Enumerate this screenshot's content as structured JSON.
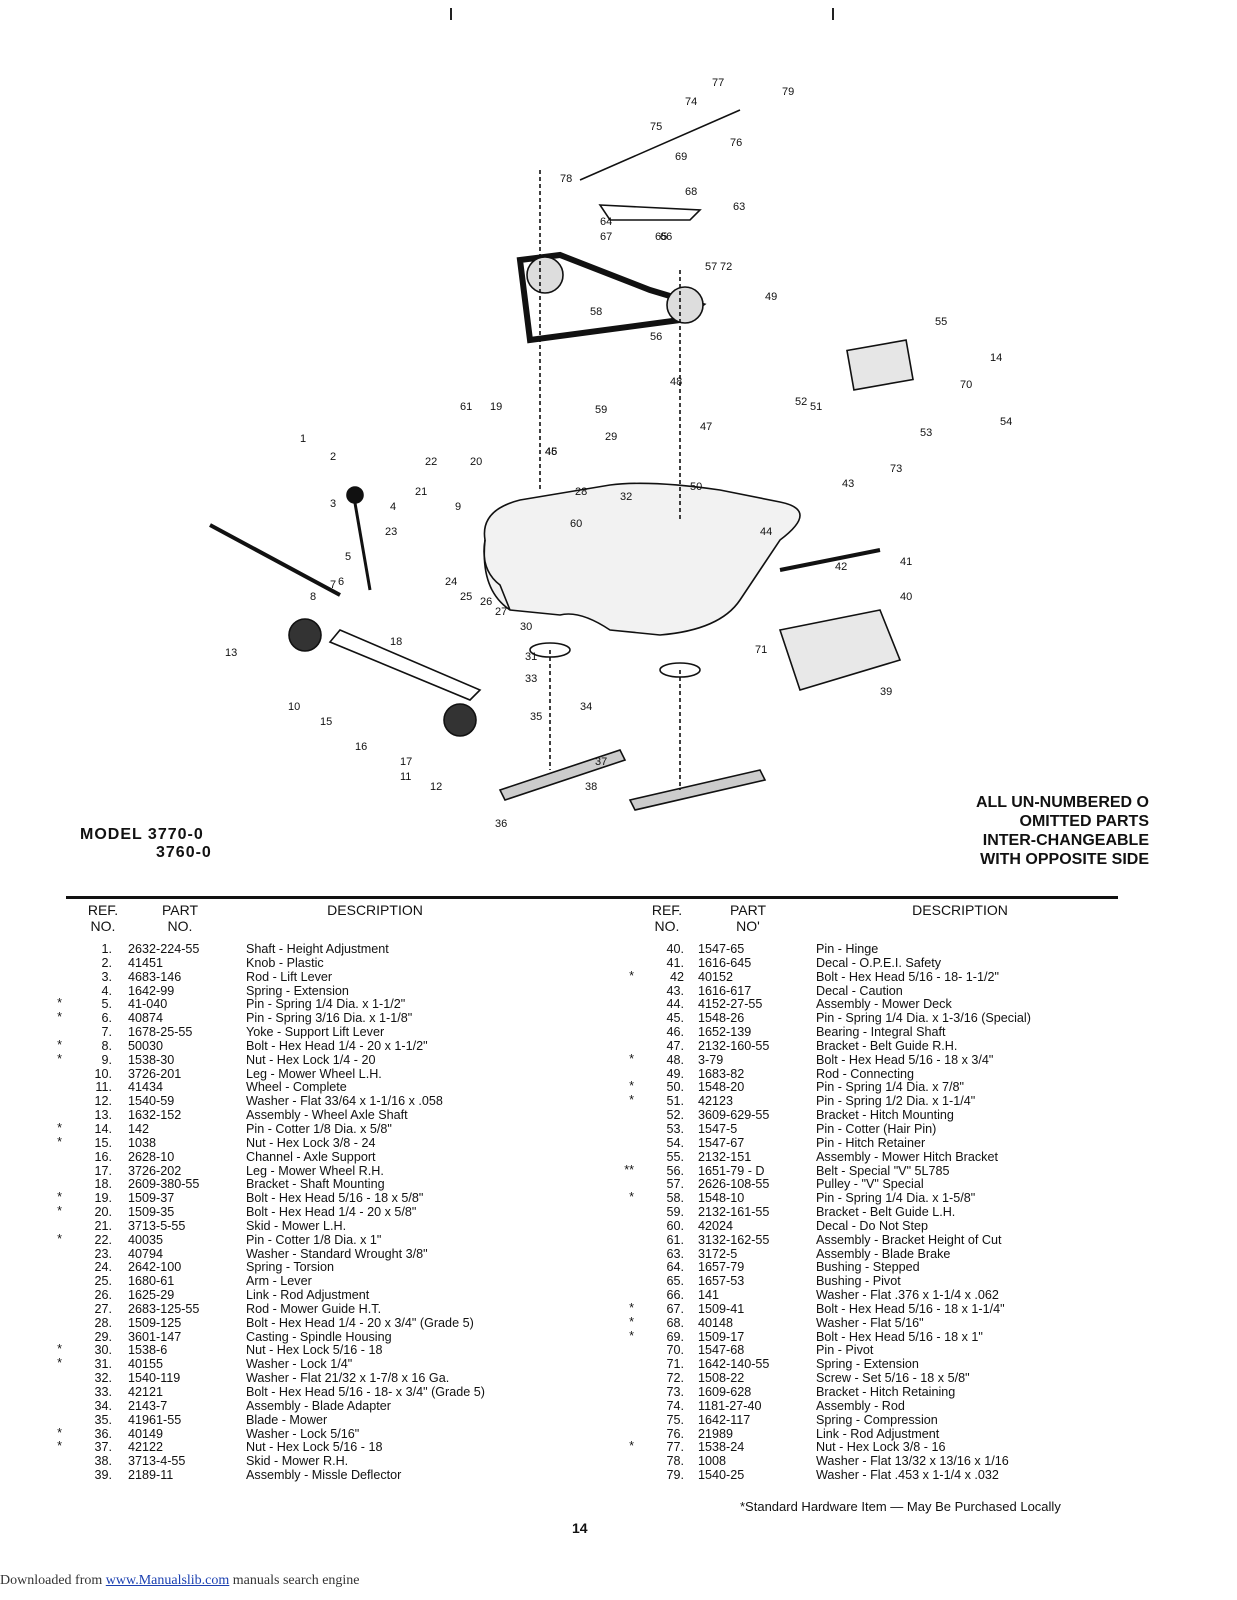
{
  "model": {
    "line1": "MODEL 3770-0",
    "line2": "3760-0"
  },
  "note": [
    "ALL UN-NUMBERED O",
    "OMITTED PARTS",
    "INTER-CHANGEABLE",
    "WITH OPPOSITE SIDE"
  ],
  "headers": {
    "ref": [
      "REF.",
      "NO."
    ],
    "part": [
      "PART",
      "NO."
    ],
    "part_right": [
      "PART",
      "NO'"
    ],
    "desc": "DESCRIPTION"
  },
  "parts_left": [
    {
      "star": "",
      "ref": "1.",
      "part": "2632-224-55",
      "desc": "Shaft - Height Adjustment"
    },
    {
      "star": "",
      "ref": "2.",
      "part": "41451",
      "desc": "Knob - Plastic"
    },
    {
      "star": "",
      "ref": "3.",
      "part": "4683-146",
      "desc": "Rod - Lift Lever"
    },
    {
      "star": "",
      "ref": "4.",
      "part": "1642-99",
      "desc": "Spring - Extension"
    },
    {
      "star": "*",
      "ref": "5.",
      "part": "41-040",
      "desc": "Pin - Spring 1/4 Dia. x 1-1/2\""
    },
    {
      "star": "*",
      "ref": "6.",
      "part": "40874",
      "desc": "Pin - Spring 3/16 Dia. x 1-1/8\""
    },
    {
      "star": "",
      "ref": "7.",
      "part": "1678-25-55",
      "desc": "Yoke - Support Lift Lever"
    },
    {
      "star": "*",
      "ref": "8.",
      "part": "50030",
      "desc": "Bolt - Hex Head 1/4 - 20 x 1-1/2\""
    },
    {
      "star": "*",
      "ref": "9.",
      "part": "1538-30",
      "desc": "Nut - Hex Lock 1/4 - 20"
    },
    {
      "star": "",
      "ref": "10.",
      "part": "3726-201",
      "desc": "Leg - Mower Wheel L.H."
    },
    {
      "star": "",
      "ref": "11.",
      "part": "41434",
      "desc": "Wheel - Complete"
    },
    {
      "star": "",
      "ref": "12.",
      "part": "1540-59",
      "desc": "Washer - Flat 33/64 x 1-1/16 x .058"
    },
    {
      "star": "",
      "ref": "13.",
      "part": "1632-152",
      "desc": "Assembly - Wheel Axle Shaft"
    },
    {
      "star": "*",
      "ref": "14.",
      "part": "142",
      "desc": "Pin - Cotter 1/8 Dia. x 5/8\""
    },
    {
      "star": "*",
      "ref": "15.",
      "part": "1038",
      "desc": "Nut - Hex Lock 3/8 - 24"
    },
    {
      "star": "",
      "ref": "16.",
      "part": "2628-10",
      "desc": "Channel - Axle Support"
    },
    {
      "star": "",
      "ref": "17.",
      "part": "3726-202",
      "desc": "Leg - Mower Wheel R.H."
    },
    {
      "star": "",
      "ref": "18.",
      "part": "2609-380-55",
      "desc": "Bracket - Shaft Mounting"
    },
    {
      "star": "*",
      "ref": "19.",
      "part": "1509-37",
      "desc": "Bolt - Hex Head 5/16 - 18 x 5/8\""
    },
    {
      "star": "*",
      "ref": "20.",
      "part": "1509-35",
      "desc": "Bolt - Hex Head 1/4 - 20 x 5/8\""
    },
    {
      "star": "",
      "ref": "21.",
      "part": "3713-5-55",
      "desc": "Skid - Mower L.H."
    },
    {
      "star": "*",
      "ref": "22.",
      "part": "40035",
      "desc": "Pin - Cotter 1/8 Dia. x 1\""
    },
    {
      "star": "",
      "ref": "23.",
      "part": "40794",
      "desc": "Washer - Standard Wrought 3/8\""
    },
    {
      "star": "",
      "ref": "24.",
      "part": "2642-100",
      "desc": "Spring - Torsion"
    },
    {
      "star": "",
      "ref": "25.",
      "part": "1680-61",
      "desc": "Arm - Lever"
    },
    {
      "star": "",
      "ref": "26.",
      "part": "1625-29",
      "desc": "Link - Rod Adjustment"
    },
    {
      "star": "",
      "ref": "27.",
      "part": "2683-125-55",
      "desc": "Rod - Mower Guide H.T."
    },
    {
      "star": "",
      "ref": "28.",
      "part": "1509-125",
      "desc": "Bolt - Hex Head 1/4 - 20 x 3/4\" (Grade 5)"
    },
    {
      "star": "",
      "ref": "29.",
      "part": "3601-147",
      "desc": "Casting - Spindle Housing"
    },
    {
      "star": "*",
      "ref": "30.",
      "part": "1538-6",
      "desc": "Nut - Hex Lock 5/16 - 18"
    },
    {
      "star": "*",
      "ref": "31.",
      "part": "40155",
      "desc": "Washer - Lock 1/4\""
    },
    {
      "star": "",
      "ref": "32.",
      "part": "1540-119",
      "desc": "Washer - Flat 21/32 x 1-7/8 x 16 Ga."
    },
    {
      "star": "",
      "ref": "33.",
      "part": "42121",
      "desc": "Bolt - Hex Head 5/16 - 18- x 3/4\" (Grade 5)"
    },
    {
      "star": "",
      "ref": "34.",
      "part": "2143-7",
      "desc": "Assembly - Blade Adapter"
    },
    {
      "star": "",
      "ref": "35.",
      "part": "41961-55",
      "desc": "Blade - Mower"
    },
    {
      "star": "*",
      "ref": "36.",
      "part": "40149",
      "desc": "Washer - Lock 5/16\""
    },
    {
      "star": "*",
      "ref": "37.",
      "part": "42122",
      "desc": "Nut - Hex Lock 5/16 - 18"
    },
    {
      "star": "",
      "ref": "38.",
      "part": "3713-4-55",
      "desc": "Skid - Mower R.H."
    },
    {
      "star": "",
      "ref": "39.",
      "part": "2189-11",
      "desc": "Assembly - Missle Deflector"
    }
  ],
  "parts_right": [
    {
      "star": "",
      "ref": "40.",
      "part": "1547-65",
      "desc": "Pin - Hinge"
    },
    {
      "star": "",
      "ref": "41.",
      "part": "1616-645",
      "desc": "Decal - O.P.E.I. Safety"
    },
    {
      "star": "*",
      "ref": "42",
      "part": "40152",
      "desc": "Bolt - Hex Head 5/16 - 18- 1-1/2\""
    },
    {
      "star": "",
      "ref": "43.",
      "part": "1616-617",
      "desc": "Decal - Caution"
    },
    {
      "star": "",
      "ref": "44.",
      "part": "4152-27-55",
      "desc": "Assembly - Mower Deck"
    },
    {
      "star": "",
      "ref": "45.",
      "part": "1548-26",
      "desc": "Pin - Spring 1/4 Dia. x 1-3/16 (Special)"
    },
    {
      "star": "",
      "ref": "46.",
      "part": "1652-139",
      "desc": "Bearing - Integral Shaft"
    },
    {
      "star": "",
      "ref": "47.",
      "part": "2132-160-55",
      "desc": "Bracket - Belt Guide R.H."
    },
    {
      "star": "*",
      "ref": "48.",
      "part": "3-79",
      "desc": "Bolt - Hex Head 5/16 - 18 x 3/4\""
    },
    {
      "star": "",
      "ref": "49.",
      "part": "1683-82",
      "desc": "Rod - Connecting"
    },
    {
      "star": "*",
      "ref": "50.",
      "part": "1548-20",
      "desc": "Pin - Spring 1/4 Dia. x 7/8\""
    },
    {
      "star": "*",
      "ref": "51.",
      "part": "42123",
      "desc": "Pin - Spring 1/2 Dia. x 1-1/4\""
    },
    {
      "star": "",
      "ref": "52.",
      "part": "3609-629-55",
      "desc": "Bracket - Hitch Mounting"
    },
    {
      "star": "",
      "ref": "53.",
      "part": "1547-5",
      "desc": "Pin - Cotter (Hair Pin)"
    },
    {
      "star": "",
      "ref": "54.",
      "part": "1547-67",
      "desc": "Pin - Hitch Retainer"
    },
    {
      "star": "",
      "ref": "55.",
      "part": "2132-151",
      "desc": "Assembly - Mower Hitch Bracket"
    },
    {
      "star": "**",
      "ref": "56.",
      "part": "1651-79 - D",
      "desc": "Belt - Special \"V\" 5L785"
    },
    {
      "star": "",
      "ref": "57.",
      "part": "2626-108-55",
      "desc": "Pulley - \"V\" Special"
    },
    {
      "star": "*",
      "ref": "58.",
      "part": "1548-10",
      "desc": "Pin - Spring 1/4 Dia. x 1-5/8\""
    },
    {
      "star": "",
      "ref": "59.",
      "part": "2132-161-55",
      "desc": "Bracket - Belt Guide L.H."
    },
    {
      "star": "",
      "ref": "60.",
      "part": "42024",
      "desc": "Decal - Do Not Step"
    },
    {
      "star": "",
      "ref": "61.",
      "part": "3132-162-55",
      "desc": "Assembly - Bracket Height of Cut"
    },
    {
      "star": "",
      "ref": "63.",
      "part": "3172-5",
      "desc": "Assembly - Blade Brake"
    },
    {
      "star": "",
      "ref": "64.",
      "part": "1657-79",
      "desc": "Bushing - Stepped"
    },
    {
      "star": "",
      "ref": "65.",
      "part": "1657-53",
      "desc": "Bushing - Pivot"
    },
    {
      "star": "",
      "ref": "66.",
      "part": "141",
      "desc": "Washer - Flat .376 x 1-1/4 x .062"
    },
    {
      "star": "*",
      "ref": "67.",
      "part": "1509-41",
      "desc": "Bolt - Hex Head 5/16 - 18 x 1-1/4\""
    },
    {
      "star": "*",
      "ref": "68.",
      "part": "40148",
      "desc": "Washer - Flat 5/16\""
    },
    {
      "star": "*",
      "ref": "69.",
      "part": "1509-17",
      "desc": "Bolt - Hex Head 5/16 - 18 x 1\""
    },
    {
      "star": "",
      "ref": "70.",
      "part": "1547-68",
      "desc": "Pin - Pivot"
    },
    {
      "star": "",
      "ref": "71.",
      "part": "1642-140-55",
      "desc": "Spring - Extension"
    },
    {
      "star": "",
      "ref": "72.",
      "part": "1508-22",
      "desc": "Screw - Set 5/16 - 18 x 5/8\""
    },
    {
      "star": "",
      "ref": "73.",
      "part": "1609-628",
      "desc": "Bracket - Hitch Retaining"
    },
    {
      "star": "",
      "ref": "74.",
      "part": "1181-27-40",
      "desc": "Assembly - Rod"
    },
    {
      "star": "",
      "ref": "75.",
      "part": "1642-117",
      "desc": "Spring - Compression"
    },
    {
      "star": "",
      "ref": "76.",
      "part": "21989",
      "desc": "Link - Rod Adjustment"
    },
    {
      "star": "*",
      "ref": "77.",
      "part": "1538-24",
      "desc": "Nut - Hex Lock 3/8 - 16"
    },
    {
      "star": "",
      "ref": "78.",
      "part": "1008",
      "desc": "Washer - Flat 13/32 x 13/16 x 1/16"
    },
    {
      "star": "",
      "ref": "79.",
      "part": "1540-25",
      "desc": "Washer - Flat .453 x 1-1/4 x .032"
    }
  ],
  "footnote": "*Standard Hardware Item — May Be Purchased Locally",
  "page_number": "14",
  "download": {
    "prefix": "Downloaded from ",
    "link": "www.Manualslib.com",
    "suffix": " manuals search engine"
  },
  "callouts": [
    "1",
    "2",
    "3",
    "4",
    "5",
    "6",
    "7",
    "8",
    "9",
    "10",
    "11",
    "12",
    "13",
    "15",
    "16",
    "17",
    "18",
    "19",
    "20",
    "21",
    "22",
    "23",
    "24",
    "25",
    "26",
    "27",
    "28",
    "29",
    "30",
    "31",
    "32",
    "33",
    "34",
    "35",
    "36",
    "37",
    "38",
    "39",
    "40",
    "41",
    "42",
    "43",
    "44",
    "45",
    "46",
    "47",
    "48",
    "49",
    "50",
    "51",
    "52",
    "53",
    "54",
    "55",
    "56",
    "57",
    "58",
    "59",
    "60",
    "61",
    "63",
    "64",
    "65",
    "66",
    "67",
    "68",
    "69",
    "70",
    "71",
    "72",
    "73",
    "74",
    "75",
    "76",
    "77",
    "78",
    "79",
    "14"
  ]
}
